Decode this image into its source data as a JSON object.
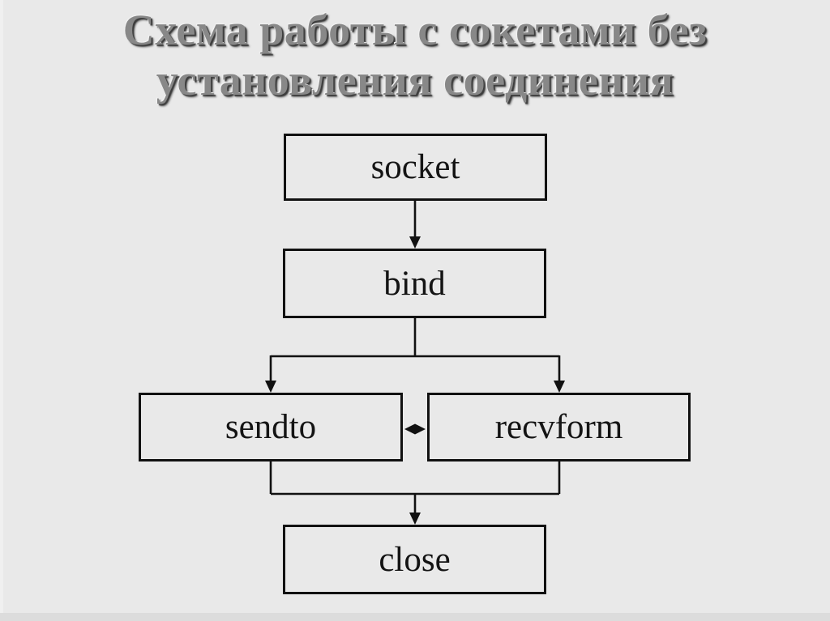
{
  "slide": {
    "title_line1": "Схема работы с сокетами без",
    "title_line2": "установления соединения"
  },
  "diagram": {
    "nodes": [
      {
        "id": "socket",
        "label": "socket"
      },
      {
        "id": "bind",
        "label": "bind"
      },
      {
        "id": "sendto",
        "label": "sendto"
      },
      {
        "id": "recvform",
        "label": "recvform"
      },
      {
        "id": "close",
        "label": "close"
      }
    ],
    "edges": [
      {
        "from": "socket",
        "to": "bind",
        "bidirectional": false
      },
      {
        "from": "bind",
        "to": "sendto",
        "bidirectional": false
      },
      {
        "from": "bind",
        "to": "recvform",
        "bidirectional": false
      },
      {
        "from": "sendto",
        "to": "recvform",
        "bidirectional": true
      },
      {
        "from": "sendto",
        "to": "close",
        "bidirectional": false
      },
      {
        "from": "recvform",
        "to": "close",
        "bidirectional": false
      }
    ]
  },
  "colors": {
    "background": "#e9e9e9",
    "line": "#111111",
    "title_fill": "#888888",
    "title_shadow": "#3d3d3d"
  }
}
